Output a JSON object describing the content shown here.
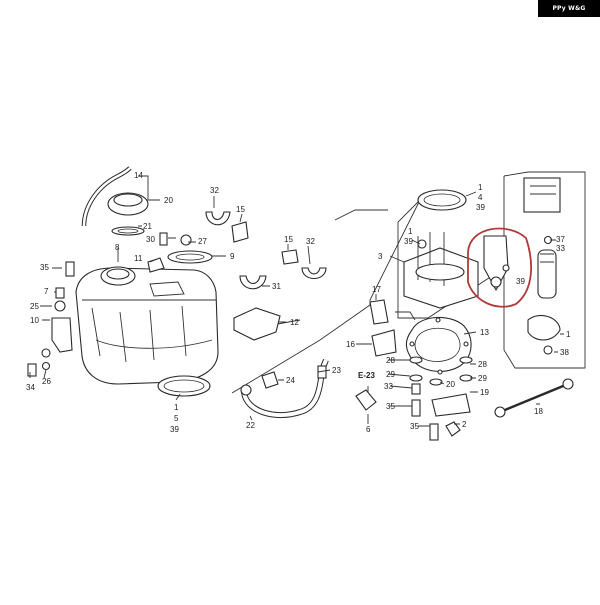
{
  "watermark": "PPy W&G",
  "highlight_color": "#b03a3a",
  "callouts": [
    {
      "id": "c14",
      "text": "14"
    },
    {
      "id": "c20a",
      "text": "20"
    },
    {
      "id": "c21",
      "text": "21"
    },
    {
      "id": "c30",
      "text": "30"
    },
    {
      "id": "c27",
      "text": "27"
    },
    {
      "id": "c8",
      "text": "8"
    },
    {
      "id": "c11",
      "text": "11"
    },
    {
      "id": "c9",
      "text": "9"
    },
    {
      "id": "c35a",
      "text": "35"
    },
    {
      "id": "c7",
      "text": "7"
    },
    {
      "id": "c25",
      "text": "25"
    },
    {
      "id": "c10",
      "text": "10"
    },
    {
      "id": "c26",
      "text": "26"
    },
    {
      "id": "c34",
      "text": "34"
    },
    {
      "id": "c32a",
      "text": "32"
    },
    {
      "id": "c15a",
      "text": "15"
    },
    {
      "id": "c15b",
      "text": "15"
    },
    {
      "id": "c32b",
      "text": "32"
    },
    {
      "id": "c31",
      "text": "31"
    },
    {
      "id": "c12",
      "text": "12"
    },
    {
      "id": "c1a",
      "text": "1"
    },
    {
      "id": "c4a",
      "text": "4"
    },
    {
      "id": "c39a",
      "text": "39"
    },
    {
      "id": "c1b",
      "text": "1"
    },
    {
      "id": "c39b",
      "text": "39"
    },
    {
      "id": "c3",
      "text": "3"
    },
    {
      "id": "c37",
      "text": "37"
    },
    {
      "id": "c33a",
      "text": "33"
    },
    {
      "id": "c39c",
      "text": "39"
    },
    {
      "id": "c1c",
      "text": "1"
    },
    {
      "id": "c38",
      "text": "38"
    },
    {
      "id": "c17",
      "text": "17"
    },
    {
      "id": "c16",
      "text": "16"
    },
    {
      "id": "c13",
      "text": "13"
    },
    {
      "id": "c28a",
      "text": "28"
    },
    {
      "id": "c28b",
      "text": "28"
    },
    {
      "id": "c29a",
      "text": "29"
    },
    {
      "id": "c29b",
      "text": "29"
    },
    {
      "id": "c33b",
      "text": "33"
    },
    {
      "id": "c20b",
      "text": "20"
    },
    {
      "id": "c19",
      "text": "19"
    },
    {
      "id": "c35b",
      "text": "35"
    },
    {
      "id": "c35c",
      "text": "35"
    },
    {
      "id": "c2",
      "text": "2"
    },
    {
      "id": "c18",
      "text": "18"
    },
    {
      "id": "c24",
      "text": "24"
    },
    {
      "id": "c23",
      "text": "23"
    },
    {
      "id": "ce23",
      "text": "E-23"
    },
    {
      "id": "c22",
      "text": "22"
    },
    {
      "id": "c6",
      "text": "6"
    },
    {
      "id": "c1d",
      "text": "1"
    },
    {
      "id": "c5",
      "text": "5"
    },
    {
      "id": "c39d",
      "text": "39"
    }
  ]
}
